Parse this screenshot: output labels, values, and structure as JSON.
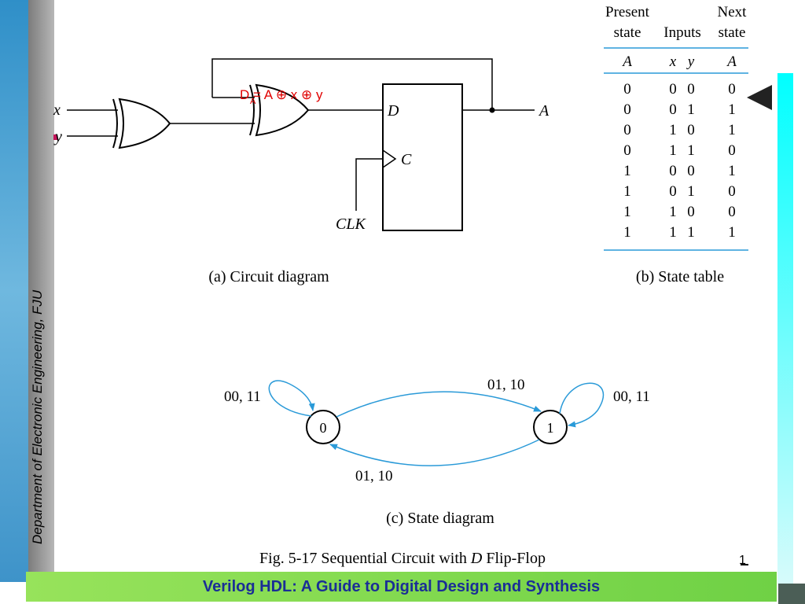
{
  "sidebar": {
    "department": "Department of Electronic Engineering, FJU"
  },
  "footer": {
    "title": "Verilog HDL: A Guide to Digital Design and Synthesis"
  },
  "page": {
    "number": "1"
  },
  "circuit": {
    "input_x": "x",
    "input_y": "y",
    "d_label": "D",
    "c_label": "C",
    "clk_label": "CLK",
    "output_label": "A",
    "equation": "D = A ⊕ x ⊕ y",
    "equation_sub": "A",
    "caption": "(a) Circuit diagram"
  },
  "state_table": {
    "header_row1": [
      "Present",
      "Inputs",
      "Next"
    ],
    "header_row2": [
      "state",
      "",
      "state"
    ],
    "columns": [
      "A",
      "x",
      "y",
      "A"
    ],
    "rows": [
      [
        "0",
        "0",
        "0",
        "0"
      ],
      [
        "0",
        "0",
        "1",
        "1"
      ],
      [
        "0",
        "1",
        "0",
        "1"
      ],
      [
        "0",
        "1",
        "1",
        "0"
      ],
      [
        "1",
        "0",
        "0",
        "1"
      ],
      [
        "1",
        "0",
        "1",
        "0"
      ],
      [
        "1",
        "1",
        "0",
        "0"
      ],
      [
        "1",
        "1",
        "1",
        "1"
      ]
    ],
    "caption": "(b) State table"
  },
  "state_diagram": {
    "states": [
      "0",
      "1"
    ],
    "self_loop_0": "00, 11",
    "self_loop_1": "00, 11",
    "transition_0_to_1": "01, 10",
    "transition_1_to_0": "01, 10",
    "caption": "(c) State diagram"
  },
  "figure_caption": {
    "prefix": "Fig. 5-17  Sequential Circuit with ",
    "italic": "D",
    "suffix": " Flip-Flop"
  },
  "colors": {
    "arrow": "#2a9ad8",
    "equation": "#e00000",
    "footer_text": "#1a2e96",
    "accent_strip": "#00ffff"
  }
}
